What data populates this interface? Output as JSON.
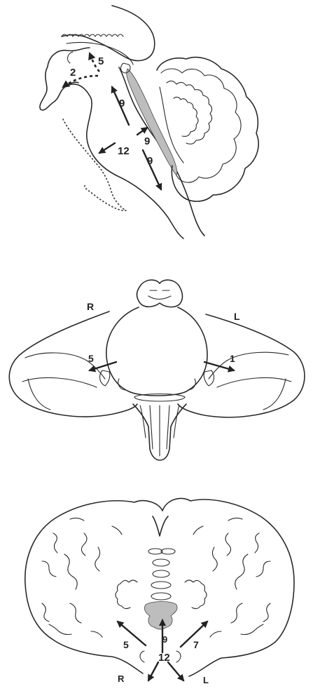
{
  "panels": {
    "sagittal": {
      "labels": {
        "n2": "2",
        "n5": "5",
        "n9a": "9",
        "n9b": "9",
        "n9c": "9",
        "n12": "12"
      }
    },
    "ventral": {
      "labels": {
        "R": "R",
        "L": "L",
        "n5": "5",
        "n1": "1"
      }
    },
    "coronal": {
      "labels": {
        "n5": "5",
        "n9": "9",
        "n12": "12",
        "n7": "7",
        "R": "R",
        "L": "L"
      }
    }
  },
  "colors": {
    "line": "#2a2a2a",
    "stipple": "#bdbdbd",
    "background": "#ffffff"
  }
}
